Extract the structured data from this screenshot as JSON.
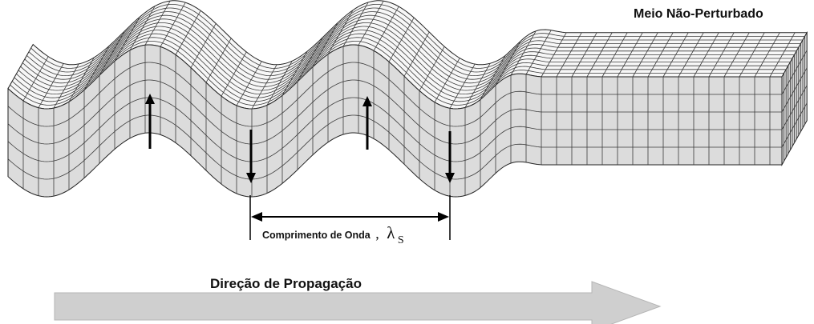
{
  "labels": {
    "undisturbed_medium": "Meio Não-Perturbado",
    "wavelength_label": "Comprimento de Onda",
    "wavelength_separator": ",",
    "wavelength_symbol": "λ",
    "wavelength_subscript": "S",
    "propagation_direction": "Direção de Propagação"
  },
  "colors": {
    "block_fill": "#dcdcdc",
    "top_fill": "#f7f7f7",
    "grid_line": "#3a3a3a",
    "arrow": "#000000",
    "propagation_arrow": "#cfcfcf"
  }
}
